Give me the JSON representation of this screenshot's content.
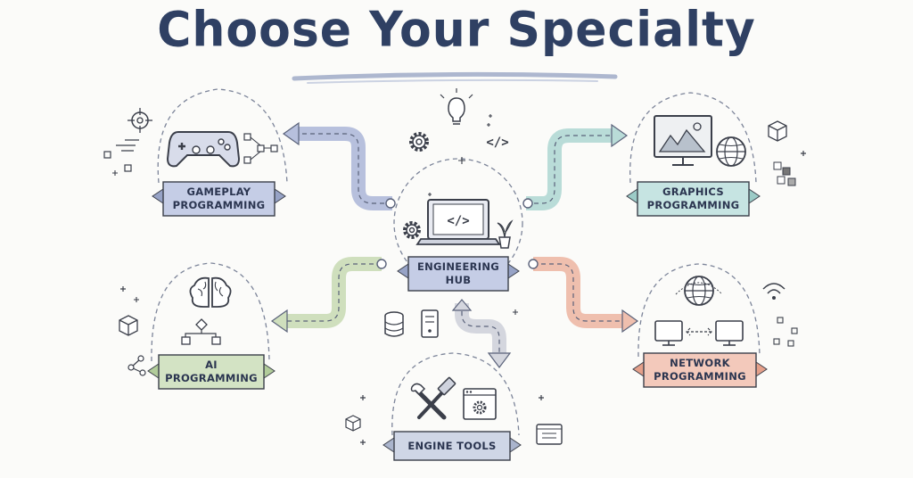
{
  "title": "Choose Your Specialty",
  "hub": {
    "label": "ENGINEERING\nHUB"
  },
  "specialties": {
    "gameplay": {
      "label": "GAMEPLAY\nPROGRAMMING"
    },
    "graphics": {
      "label": "GRAPHICS\nPROGRAMMING"
    },
    "ai": {
      "label": "AI\nPROGRAMMING"
    },
    "network": {
      "label": "NETWORK\nPROGRAMMING"
    },
    "tools": {
      "label": "ENGINE TOOLS"
    }
  },
  "icons": {
    "hub": [
      "laptop-code-icon",
      "gear-icon",
      "plant-icon",
      "lightbulb-icon",
      "code-brackets-icon",
      "database-icon",
      "server-icon"
    ],
    "gameplay": [
      "gamepad-icon",
      "crosshair-icon",
      "node-graph-icon"
    ],
    "graphics": [
      "monitor-landscape-icon",
      "globe-icon",
      "cube-icon"
    ],
    "ai": [
      "brain-icon",
      "flowchart-icon",
      "cube-icon"
    ],
    "network": [
      "globe-icon",
      "monitor-icon",
      "wifi-icon"
    ],
    "tools": [
      "hammer-wrench-icon",
      "settings-window-icon",
      "checklist-icon"
    ]
  },
  "colors": {
    "title": "#2f4063",
    "gameplay": "#c5cde6",
    "graphics": "#c6e4e2",
    "ai": "#d3e3c4",
    "network": "#f3c9bb",
    "tools": "#cfd6e6",
    "hub": "#c5cde6",
    "ink": "#3b3f4a"
  }
}
